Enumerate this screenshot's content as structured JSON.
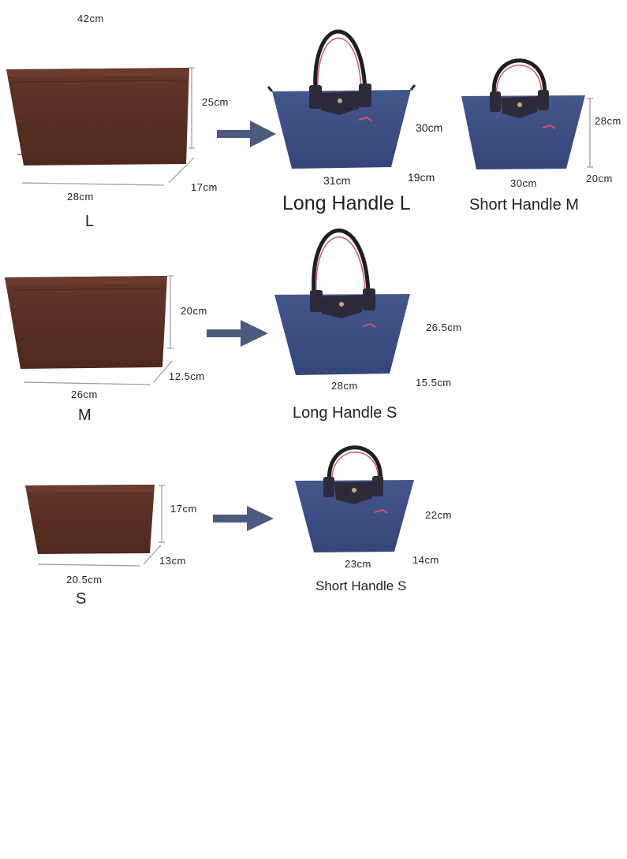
{
  "colors": {
    "insert": "#5a2e22",
    "insert_dark": "#43211a",
    "bag": "#3c4e80",
    "bag_dark": "#2c3a63",
    "leather": "#2d2b3a",
    "handle": "#1f1e26",
    "handle_inner": "#c85a6a",
    "arrow": "#4b5a7d",
    "dim_line": "#9a9a9a"
  },
  "rows": {
    "L": {
      "insert_top_width": "42cm",
      "insert_height": "25cm",
      "insert_depth": "17cm",
      "insert_bottom_width": "28cm",
      "size_letter": "L",
      "bag_long": {
        "name": "Long Handle L",
        "height": "30cm",
        "width": "31cm",
        "depth": "19cm"
      },
      "bag_short": {
        "name": "Short Handle M",
        "height": "28cm",
        "width": "30cm",
        "depth": "20cm"
      }
    },
    "M": {
      "insert_height": "20cm",
      "insert_depth": "12.5cm",
      "insert_bottom_width": "26cm",
      "size_letter": "M",
      "bag_long": {
        "name": "Long Handle S",
        "height": "26.5cm",
        "width": "28cm",
        "depth": "15.5cm"
      }
    },
    "S": {
      "insert_height": "17cm",
      "insert_depth": "13cm",
      "insert_bottom_width": "20.5cm",
      "size_letter": "S",
      "bag_short": {
        "name": "Short Handle S",
        "height": "22cm",
        "width": "23cm",
        "depth": "14cm"
      }
    }
  }
}
